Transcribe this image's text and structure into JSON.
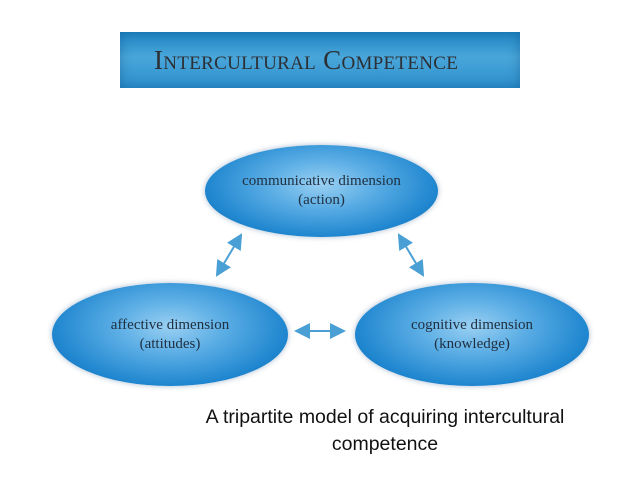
{
  "title": "Intercultural Competence",
  "nodes": {
    "top": {
      "line1": "communicative dimension",
      "line2": "(action)"
    },
    "left": {
      "line1": "affective dimension",
      "line2": "(attitudes)"
    },
    "right": {
      "line1": "cognitive dimension",
      "line2": "(knowledge)"
    }
  },
  "caption": {
    "line1": "A tripartite model of acquiring intercultural",
    "line2": "competence"
  },
  "colors": {
    "accent": "#2a8fd0",
    "arrow": "#4a9fd5"
  }
}
